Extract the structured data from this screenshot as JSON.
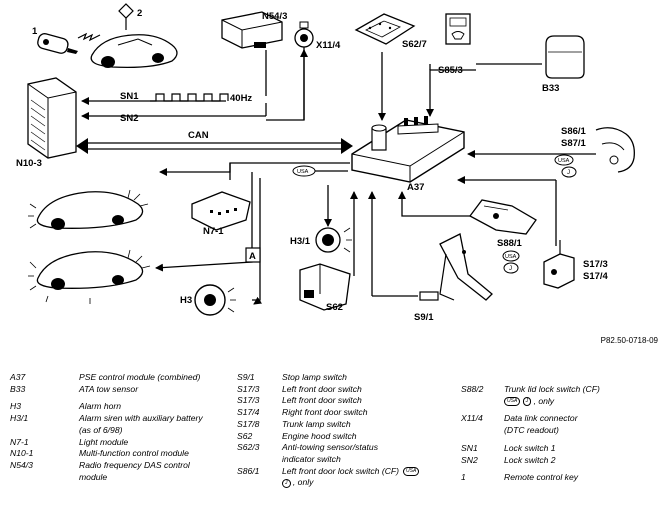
{
  "labels": {
    "key_number": "1",
    "antenna_number": "2",
    "n54_3": "N54/3",
    "x11_4": "X11/4",
    "s62_7": "S62/7",
    "s85_3": "S85/3",
    "b33": "B33",
    "n10_3": "N10-3",
    "sn1": "SN1",
    "sn2": "SN2",
    "freq": "40Hz",
    "can": "CAN",
    "s86_1": "S86/1",
    "s87_1": "S87/1",
    "usa_top": "USA",
    "usa_left": "USA",
    "usa_right": "USA",
    "j_top": "J",
    "j_right": "J",
    "a37": "A37",
    "n7_1": "N7-1",
    "h3_1": "H3/1",
    "a_box": "A",
    "s88_1": "S88/1",
    "s17_3": "S17/3",
    "s17_4": "S17/4",
    "s62": "S62",
    "h3": "H3",
    "s9_1": "S9/1"
  },
  "reference": "P82.50-0718-09",
  "legend": {
    "col1": [
      {
        "code": "A37",
        "desc": "PSE control module (combined)"
      },
      {
        "code": "B33",
        "desc": "ATA tow sensor"
      },
      {
        "gap": true
      },
      {
        "code": "H3",
        "desc": "Alarm horn"
      },
      {
        "code": "H3/1",
        "desc": "Alarm siren with auxiliary battery"
      },
      {
        "code": "",
        "desc": "(as of 6/98)"
      },
      {
        "code": "N7-1",
        "desc": "Light module"
      },
      {
        "code": "N10-1",
        "desc": "Multi-function control module"
      },
      {
        "code": "N54/3",
        "desc": "Radio frequency DAS control"
      },
      {
        "code": "",
        "desc": "module"
      }
    ],
    "col2": [
      {
        "code": "S9/1",
        "desc": "Stop lamp switch"
      },
      {
        "code": "S17/3",
        "desc": "Left front door switch"
      },
      {
        "code": "S17/3",
        "desc": "Left front door switch"
      },
      {
        "code": "S17/4",
        "desc": "Right front door switch"
      },
      {
        "code": "S17/8",
        "desc": "Trunk lamp switch"
      },
      {
        "code": "S62",
        "desc": "Engine hood switch"
      },
      {
        "code": "S62/3",
        "desc": "Anti-towing sensor/status"
      },
      {
        "code": "",
        "desc": "indicator switch"
      },
      {
        "code": "S86/1",
        "desc": "Left front door lock switch (CF)",
        "badge": "USA"
      },
      {
        "code": "",
        "desc": ", only",
        "badge_pre": "J"
      }
    ],
    "col3": [
      {
        "gap": true
      },
      {
        "gap": true
      },
      {
        "code": "S88/2",
        "desc": "Trunk lid lock switch (CF)"
      },
      {
        "code": "",
        "desc": ", only",
        "badge_pre": "USA J"
      },
      {
        "gap": true
      },
      {
        "code": "X11/4",
        "desc": "Data link connector"
      },
      {
        "code": "",
        "desc": "(DTC readout)"
      },
      {
        "gap": true
      },
      {
        "code": "SN1",
        "desc": "Lock switch 1"
      },
      {
        "code": "SN2",
        "desc": "Lock switch 2"
      },
      {
        "gap": true
      },
      {
        "code": "1",
        "desc": "Remote control key"
      }
    ]
  }
}
